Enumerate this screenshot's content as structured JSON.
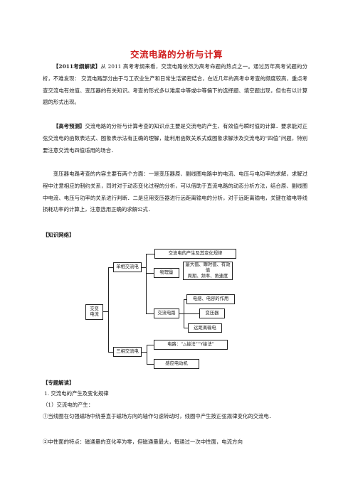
{
  "document": {
    "title": "交流电路的分析与计算",
    "para1_tag": "【2011考纲解读】",
    "para1_text": "从 2011 高考考纲来看，交流电路依然为高考命题的热点之一。通过历年高考试题的分析，不难发现： 交流电路部分由于与工农业生产和日常生活紧密结合，在近几年的高考中考查的频度较高，重点考查交流电有效值、变压器的有关知识。考查的形式多以难度中等或中等偏下的选择题、填空题出现，但也有以计算题的形式出现。",
    "para2_tag": "【高考预测】",
    "para2_text": "交流电路的分析与计算考查的知识点主要是交流电的产生、有效值与瞬时值的计算．要求能对正弦交流电的函数表达式、图象表示法有正确的理解，能利用函数关系式或图象求解涉及交流电的“四值”问题，特别要注意交流电四值适用的场合．",
    "para3_text": "变压器电路考查的内容主要有两个方面：一是变压器原、副线圈电路中的电流、电压与电功率的求解，求解过程中注意相应的制约关系，同时对于动态变化过程的分析，可以借助于直流电路的动态分析方法，结合原、副线圈中电流、电压与功率的关系进行判断．二是应用变压器进行远距离输电的分析，对于远距离输电，关键在输电导线损耗功率的计算上，注意选用正确的求解公式．",
    "knowledge_heading": "【知识网络】",
    "special_heading": "【专题解读】",
    "item1": "1. 交流电的产生及变化规律",
    "item1_1": "（1）交流电的产生：",
    "item1_1_a": "①当线圈在匀强磁场中绕垂直于磁场方向的轴作匀速转动时，线圈中产生按正弦规律变化的交流电．",
    "item1_1_b": "②中性面的特点：磁通量的变化率为零，但磁通量最大，每通过一次中性面，电流方向"
  },
  "diagram": {
    "root": "交变\n电流",
    "single_phase": "单相交流电",
    "three_phase": "三相交流电",
    "generation": "交流电的产生及其变化规律",
    "physical_quantity": "物理量",
    "quantities": "最大值、瞬时值、有效值\n周期、频率、角速度",
    "ac_circuit": "交流电路",
    "rlc": "电感、电容的作用",
    "transformer": "变压器",
    "transmission": "远距离输电",
    "connection": "电路：“△接法”“Y接法”",
    "motor": "感应电动机"
  }
}
